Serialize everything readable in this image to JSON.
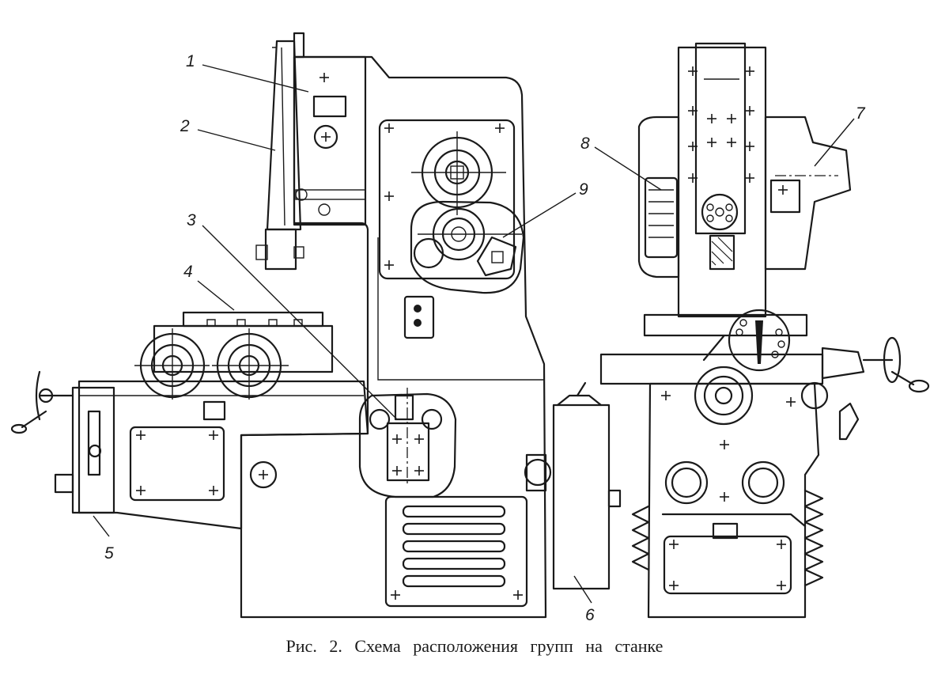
{
  "caption": "Рис. 2. Схема расположения групп на станке",
  "callouts": [
    {
      "id": "1",
      "text": "1"
    },
    {
      "id": "2",
      "text": "2"
    },
    {
      "id": "3",
      "text": "3"
    },
    {
      "id": "4",
      "text": "4"
    },
    {
      "id": "5",
      "text": "5"
    },
    {
      "id": "6",
      "text": "6"
    },
    {
      "id": "7",
      "text": "7"
    },
    {
      "id": "8",
      "text": "8"
    },
    {
      "id": "9",
      "text": "9"
    }
  ]
}
